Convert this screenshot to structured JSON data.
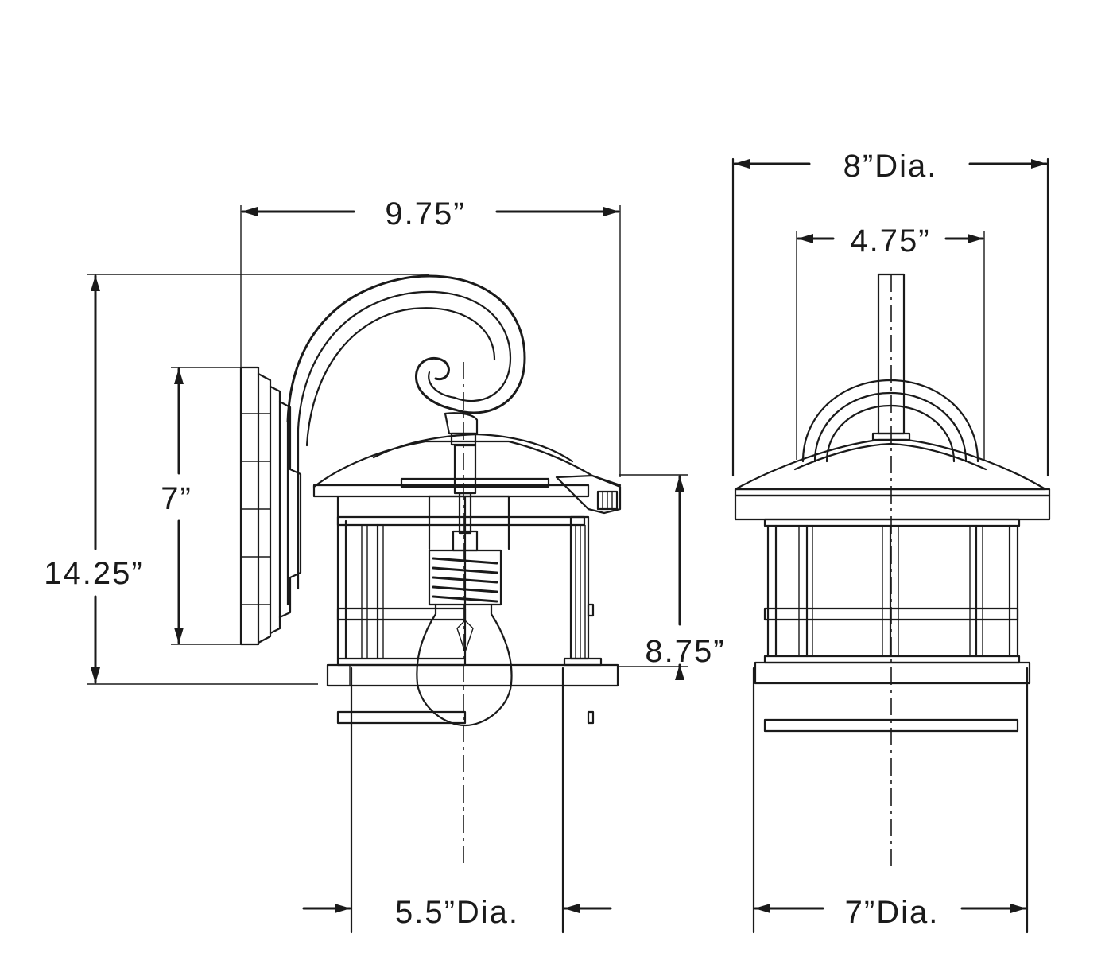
{
  "diagram": {
    "side_view": {
      "overall_width": "9.75”",
      "overall_height": "14.25”",
      "backplate_height": "7”",
      "lantern_height": "8.75”",
      "base_diameter": "5.5”Dia."
    },
    "front_view": {
      "top_diameter": "8”Dia.",
      "arm_width": "4.75”",
      "base_diameter": "7”Dia."
    },
    "colors": {
      "line": "#1a1a1a",
      "background": "#ffffff"
    }
  }
}
